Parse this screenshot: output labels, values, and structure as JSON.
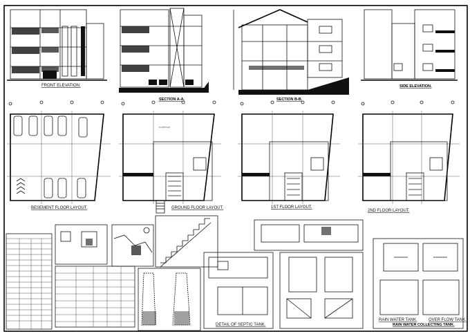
{
  "sheet": {
    "drawings": {
      "front_elevation": "FRONT ELEVATION.",
      "section_aa": "SECTION A-A.",
      "section_bb": "SECTION B-B.",
      "side_elevation": "SIDE ELEVATION.",
      "basement_plan": "BESEMENT FLOOR LAYOUT.",
      "ground_plan": "GROUND FLOOR LAYOUT.",
      "first_plan": "1ST FLOOR LAYOUT.",
      "second_plan": "2ND FLOOR LAYOUT.",
      "septic_detail": "DETAIL OF SEPTIC TANK.",
      "rain_water_tank": "RAIN WATER TANK.",
      "overflow_tank": "OVER FLOW TANK.",
      "rain_water_collecting": "RAIN WATER COLLECTING TANK."
    }
  }
}
